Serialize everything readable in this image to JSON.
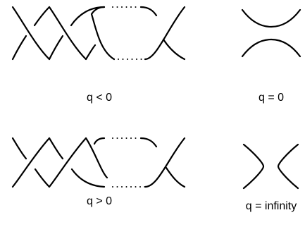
{
  "figure": {
    "panels": [
      {
        "id": "q-negative",
        "caption": "q < 0",
        "diagram": "twist chain with over-crossings (continuation elided)"
      },
      {
        "id": "q-zero",
        "caption": "q = 0",
        "diagram": "horizontal smoothing"
      },
      {
        "id": "q-positive",
        "caption": "q > 0",
        "diagram": "twist chain with opposite crossings (continuation elided)"
      },
      {
        "id": "q-infinity",
        "caption": "q = infinity",
        "diagram": "vertical smoothing"
      }
    ],
    "colors": {
      "ink": "#000000",
      "background": "#ffffff"
    }
  }
}
